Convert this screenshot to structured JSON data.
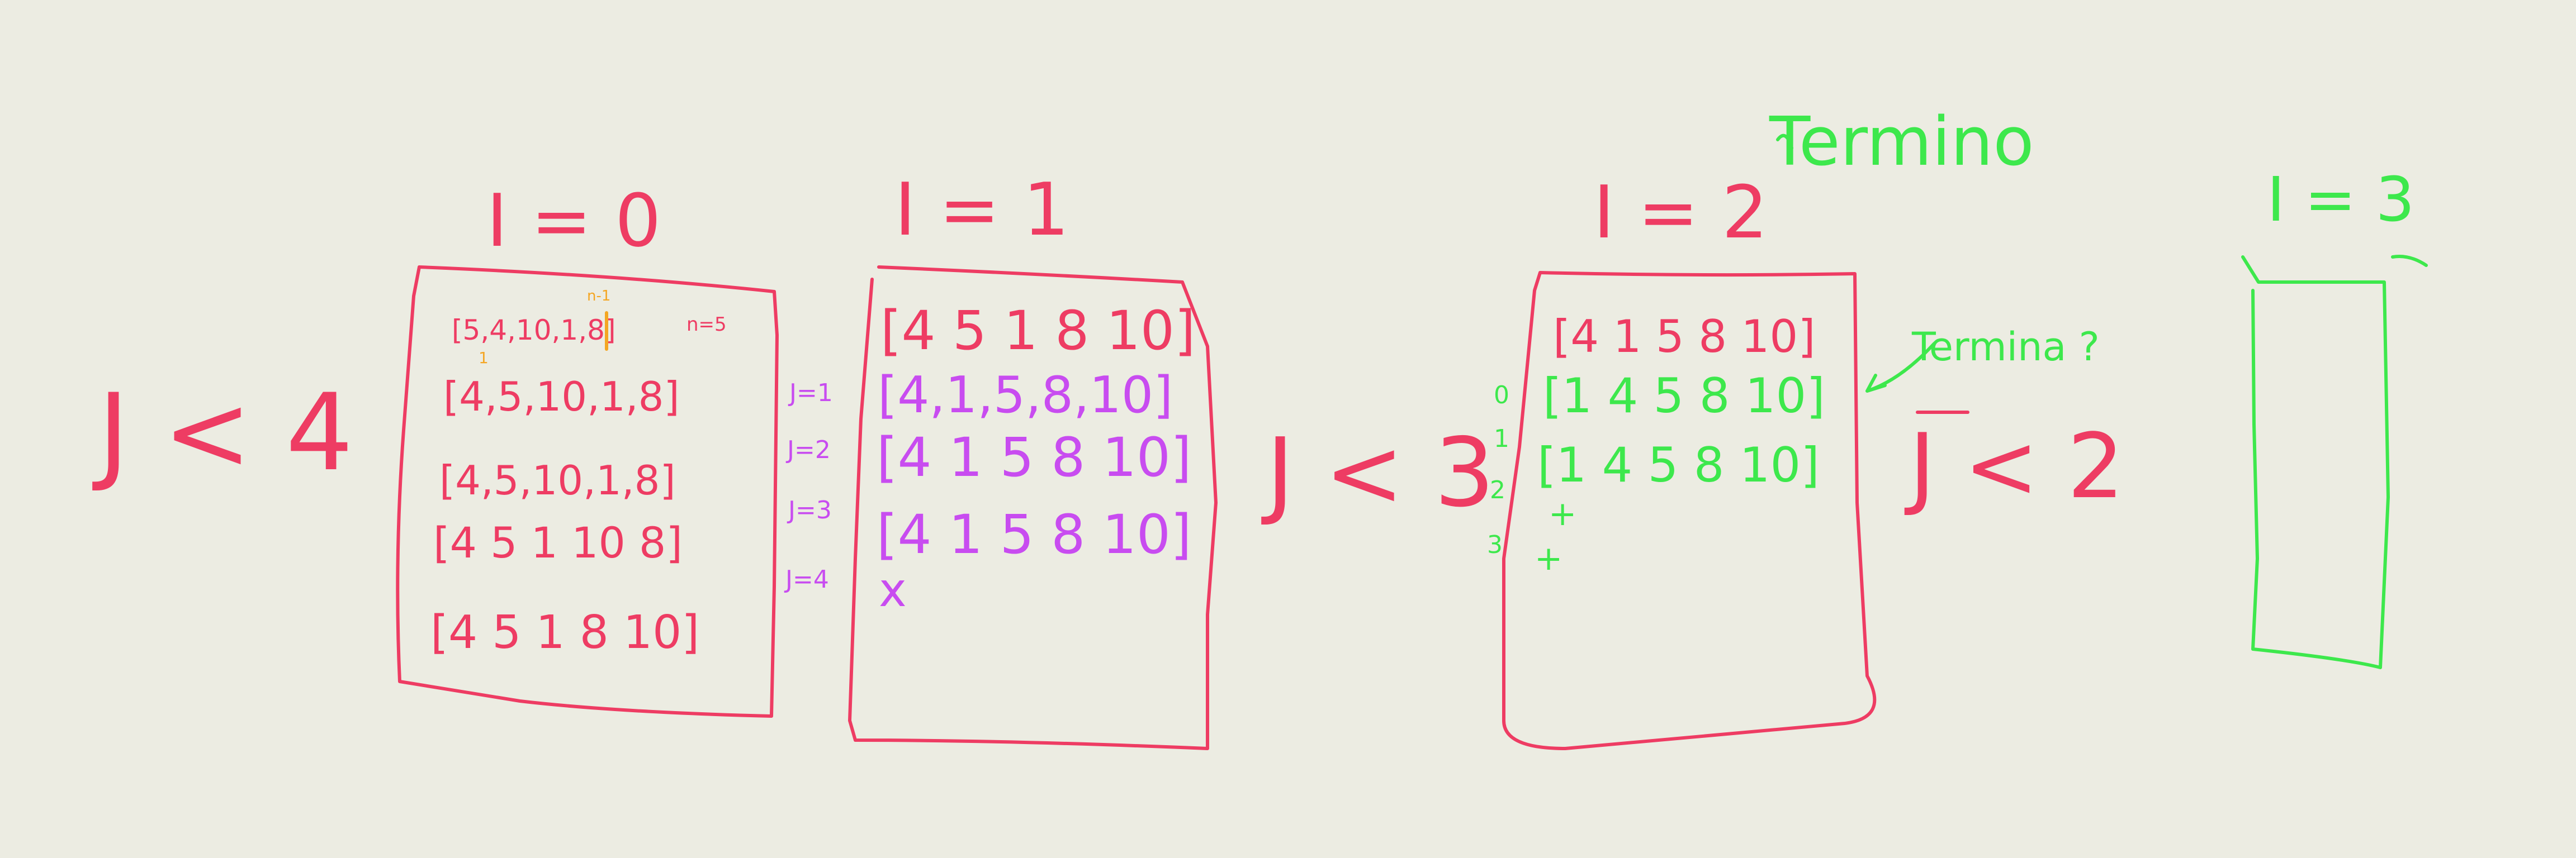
{
  "colors": {
    "background": "#ecece2",
    "red": "#ee3c63",
    "orange": "#f4a623",
    "purple": "#c84cf0",
    "green": "#3de84c"
  },
  "outer_labels": {
    "j_lt_4": "J < 4",
    "j_lt_3": "J < 3",
    "j_lt_2": "J < 2"
  },
  "panels": [
    {
      "title": "I = 0",
      "rows": [
        "[5,4,10,1,8]",
        "[4,5,10,1,8]",
        "[4,5,10,1,8]",
        "[4 5 1 10 8]",
        "[4 5 1 8 10]"
      ],
      "annotations": {
        "n_minus_1": "n-1",
        "n_eq": "n=5",
        "index_mark": "1"
      }
    },
    {
      "title": "I = 1",
      "rows": [
        "[4 5 1 8 10]",
        "[4,1,5,8,10]",
        "[4 1 5 8 10]",
        "[4 1 5 8 10]"
      ],
      "side_labels": [
        "J=1",
        "J=2",
        "J=3",
        "J=4"
      ],
      "end_mark": "x"
    },
    {
      "title": "I = 2",
      "rows": [
        "[4 1 5 8 10]",
        "[1 4 5 8 10]",
        "[1 4 5 8 10]"
      ],
      "side_labels": [
        "0",
        "1",
        "2",
        "3"
      ],
      "marks": [
        "+",
        "+"
      ],
      "question": "Termina ?"
    },
    {
      "title": "I = 3",
      "rows": []
    }
  ],
  "top_note": "Termino"
}
